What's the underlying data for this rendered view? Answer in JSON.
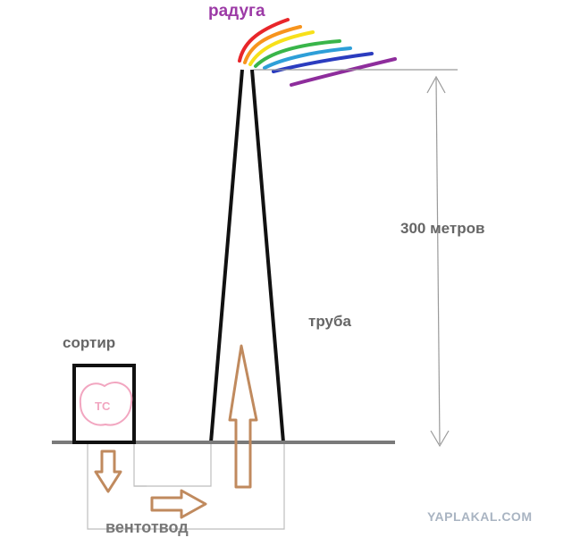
{
  "labels": {
    "rainbow": "радуга",
    "height": "300 метров",
    "pipe": "труба",
    "toilet": "сортир",
    "toilet_sign": "ТС",
    "vent": "вентотвод",
    "watermark": "YAPLAKAL.COM"
  },
  "colors": {
    "rainbow": [
      "#e8262a",
      "#f7941d",
      "#f7e01a",
      "#39b54a",
      "#2e9fd8",
      "#2b3cbf",
      "#8e2d9c"
    ],
    "arrow": "#c08a5e",
    "ground": "#7a7a7a",
    "pipe": "#111111",
    "dimension": "#9a9a9a",
    "toilet_sign": "#f2a6c0"
  }
}
